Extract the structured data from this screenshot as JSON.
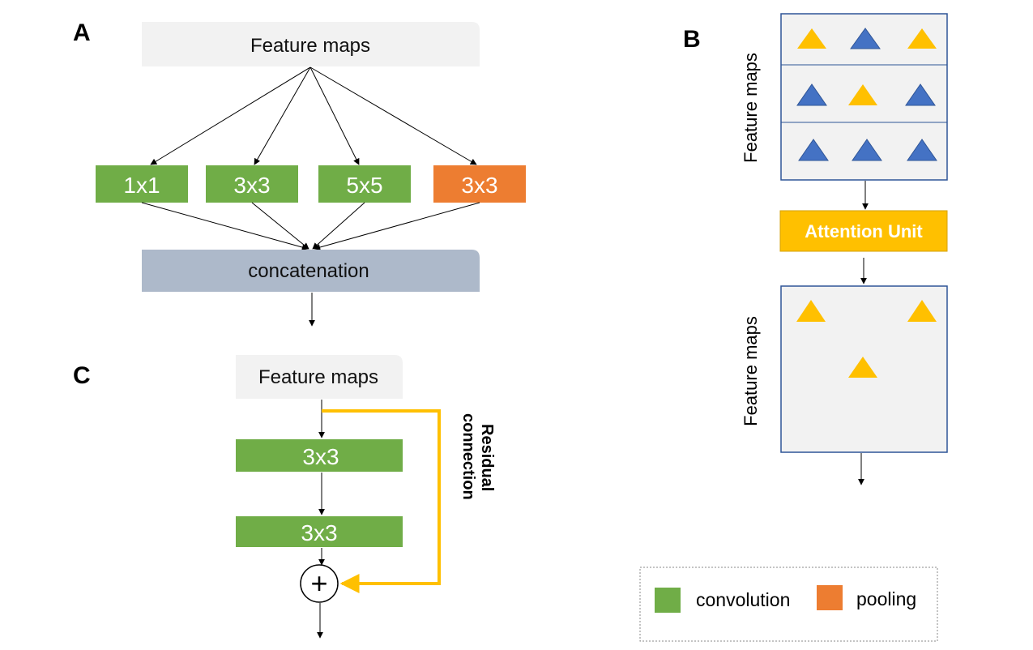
{
  "panels": {
    "a": {
      "label": "A",
      "input": "Feature maps",
      "branches": [
        "1x1",
        "3x3",
        "5x5",
        "3x3"
      ],
      "output": "concatenation"
    },
    "b": {
      "label": "B",
      "input_side_label": "Feature maps",
      "attention": "Attention Unit",
      "output_side_label": "Feature maps"
    },
    "c": {
      "label": "C",
      "input": "Feature maps",
      "conv1": "3x3",
      "conv2": "3x3",
      "add_symbol": "+",
      "residual_line1": "Residual",
      "residual_line2": "connection"
    }
  },
  "legend": {
    "convolution": "convolution",
    "pooling": "pooling"
  },
  "colors": {
    "convolution": "#70ad47",
    "pooling": "#ed7d31",
    "attention": "#ffc000",
    "concat": "#adb9ca",
    "feature_box": "#f2f2f2",
    "grid_border": "#2f5597",
    "triangle_blue": "#4472c4",
    "triangle_yellow": "#ffc000",
    "residual": "#ffc000"
  }
}
